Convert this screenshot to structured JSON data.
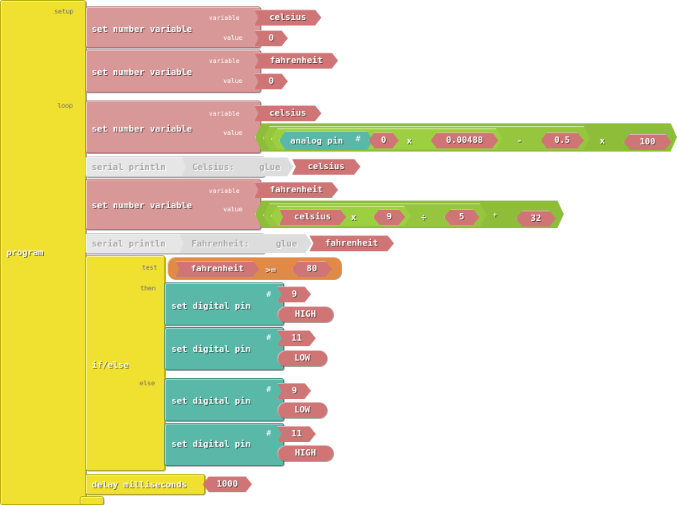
{
  "program": {
    "label": "program",
    "setup_label": "setup",
    "loop_label": "loop"
  },
  "setup": [
    {
      "label": "set number variable",
      "variable_label": "variable",
      "value_label": "value",
      "variable": "celsius",
      "value": "0"
    },
    {
      "label": "set number variable",
      "variable_label": "variable",
      "value_label": "value",
      "variable": "fahrenheit",
      "value": "0"
    }
  ],
  "loop": {
    "set_celsius": {
      "label": "set number variable",
      "variable_label": "variable",
      "value_label": "value",
      "variable": "celsius",
      "expr": {
        "analog_pin_label": "analog pin",
        "hash": "#",
        "pin": "0",
        "op1": "x",
        "factor": "0.00488",
        "op2": "-",
        "offset": "0.5",
        "op3": "x",
        "multiplier": "100"
      }
    },
    "println1": {
      "label": "serial println",
      "text": "Celsius:",
      "glue": "glue",
      "var": "celsius"
    },
    "set_fahrenheit": {
      "label": "set number variable",
      "variable_label": "variable",
      "value_label": "value",
      "variable": "fahrenheit",
      "expr": {
        "var": "celsius",
        "op1": "x",
        "a": "9",
        "op2": "÷",
        "b": "5",
        "op3": "+",
        "c": "32"
      }
    },
    "println2": {
      "label": "serial println",
      "text": "Fahrenheit:",
      "glue": "glue",
      "var": "fahrenheit"
    },
    "ifelse": {
      "label": "if/else",
      "test_label": "test",
      "then_label": "then",
      "else_label": "else",
      "test": {
        "var": "fahrenheit",
        "op": ">=",
        "value": "80"
      },
      "then": [
        {
          "label": "set digital pin",
          "hash": "#",
          "pin": "9",
          "state": "HIGH"
        },
        {
          "label": "set digital pin",
          "hash": "#",
          "pin": "11",
          "state": "LOW"
        }
      ],
      "else": [
        {
          "label": "set digital pin",
          "hash": "#",
          "pin": "9",
          "state": "LOW"
        },
        {
          "label": "set digital pin",
          "hash": "#",
          "pin": "11",
          "state": "HIGH"
        }
      ]
    },
    "delay": {
      "label": "delay milliseconds",
      "value": "1000"
    }
  },
  "colors": {
    "program": "#f0e030",
    "variable_block": "#d89898",
    "variable_value": "#cf7575",
    "digital_pin": "#5ab8a8",
    "math": "#8ebd3a",
    "compare": "#e08a45",
    "serial": "#e6e6e6"
  }
}
